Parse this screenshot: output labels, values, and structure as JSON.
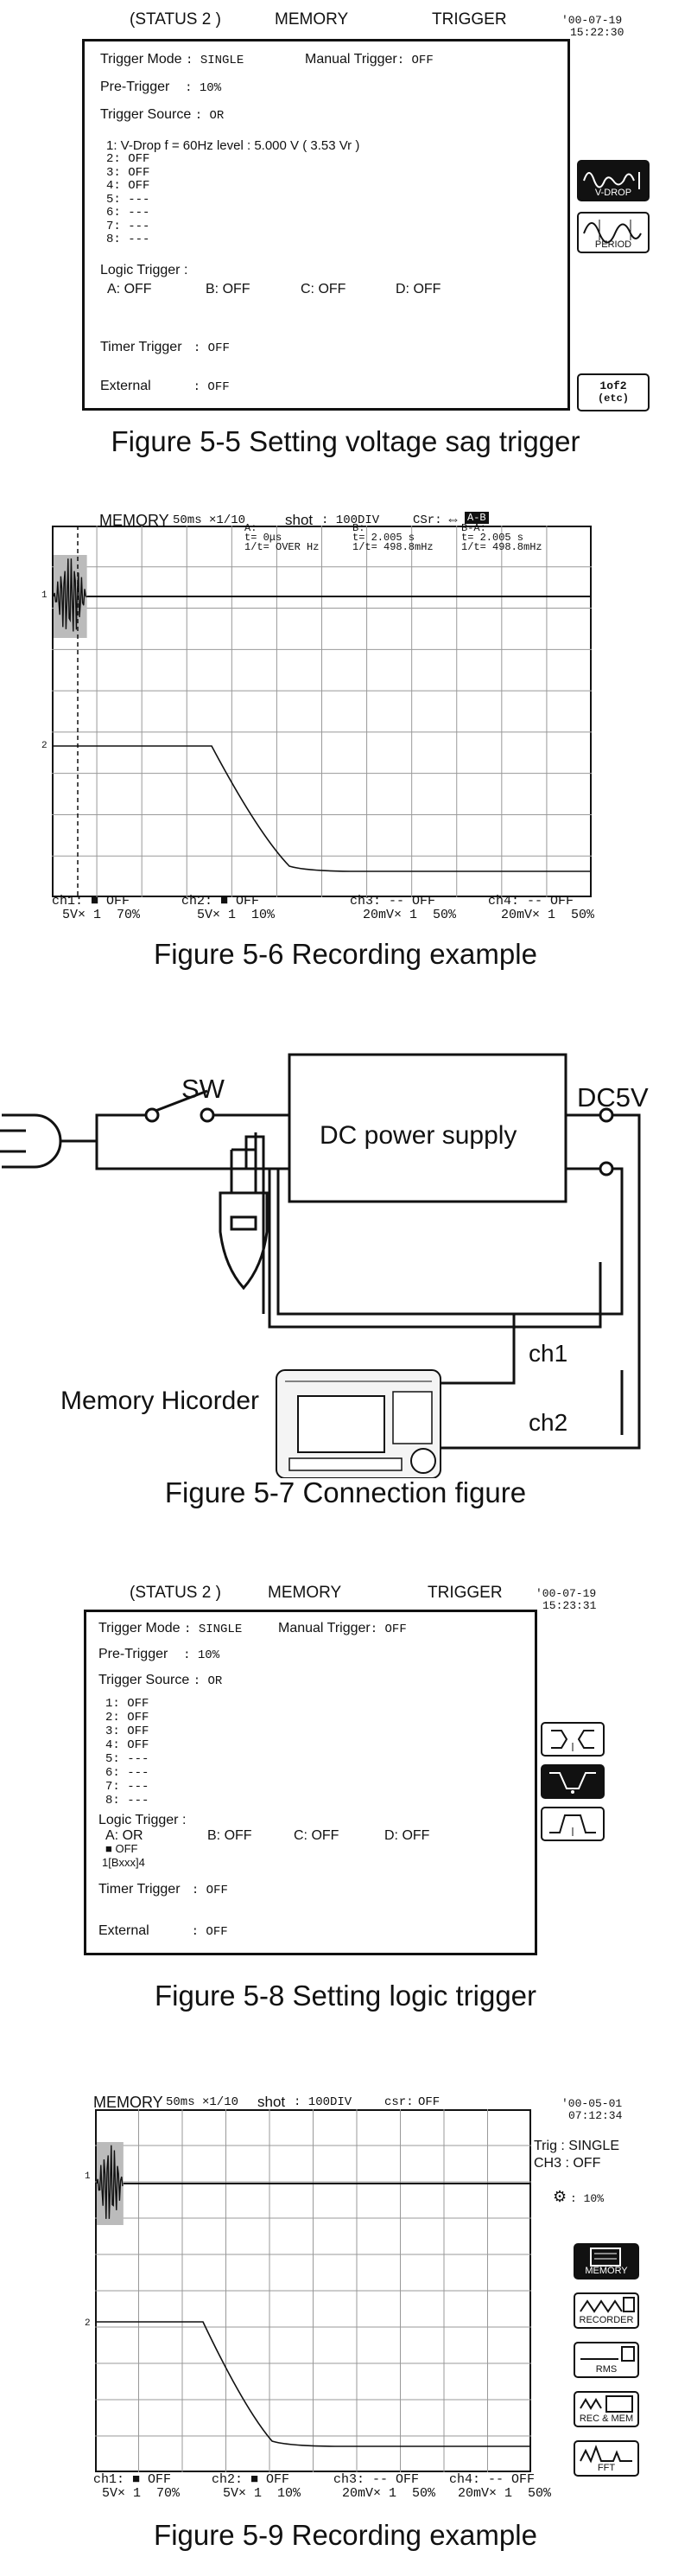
{
  "fig55": {
    "header": {
      "status": "(STATUS 2 )",
      "mode": "MEMORY",
      "page": "TRIGGER"
    },
    "stamp": {
      "date": "'00-07-19",
      "time": "15:22:30"
    },
    "rows": {
      "trigger_mode_label": "Trigger Mode",
      "trigger_mode_value": ":  SINGLE",
      "manual_label": "Manual Trigger",
      "manual_value": ": OFF",
      "pre_label": "Pre-Trigger",
      "pre_value": ":    10%",
      "source_label": "Trigger Source",
      "source_value": ":    OR",
      "ch1": "1: V-Drop   f = 60Hz    level : 5.000 V  ( 3.53 Vr )",
      "channels": [
        "2: OFF",
        "3: OFF",
        "4: OFF",
        "5: ---",
        "6: ---",
        "7: ---",
        "8: ---"
      ],
      "logic_label": "Logic Trigger   :",
      "logic_values": [
        "A: OFF",
        "B: OFF",
        "C: OFF",
        "D: OFF"
      ],
      "timer_label": "Timer Trigger",
      "timer_value": ":  OFF",
      "external_label": "External",
      "external_value": ":  OFF"
    },
    "buttons": {
      "vdrop": "V-DROP",
      "period": "PERIOD",
      "page1": "1of2",
      "page2": "(etc)"
    },
    "caption": "Figure 5-5 Setting voltage sag trigger"
  },
  "fig56": {
    "header": {
      "mode": "MEMORY",
      "timebase": "50ms ×1/10",
      "shot_label": "shot",
      "shot_value": ":   100DIV",
      "csr_label": "CSr:",
      "csr_value": "⇔",
      "csr_ab": "A-B"
    },
    "cursor": {
      "a1": "A:",
      "a2": "t=  0μs",
      "a3": "1/t= OVER Hz",
      "b1": "B:",
      "b2": "t=  2.005  s",
      "b3": "1/t= 498.8mHz",
      "ba1": "B-A:",
      "ba2": "t= 2.005  s",
      "ba3": "1/t= 498.8mHz"
    },
    "ch_markers": [
      "1",
      "2"
    ],
    "bottom": [
      "ch1: ■ OFF",
      "ch2: ■ OFF",
      "ch3: -- OFF",
      "ch4: -- OFF"
    ],
    "bottom2": [
      "5V× 1  70%",
      "5V× 1  10%",
      "20mV× 1  50%",
      "20mV× 1  50%"
    ],
    "caption": "Figure 5-6 Recording example"
  },
  "fig57": {
    "sw": "SW",
    "dc5v": "DC5V",
    "psu": "DC power supply",
    "hicorder": "Memory Hicorder",
    "ch1": "ch1",
    "ch2": "ch2",
    "caption": "Figure 5-7 Connection figure"
  },
  "fig58": {
    "header": {
      "status": "(STATUS 2 )",
      "mode": "MEMORY",
      "page": "TRIGGER"
    },
    "stamp": {
      "date": "'00-07-19",
      "time": "15:23:31"
    },
    "rows": {
      "trigger_mode_label": "Trigger Mode",
      "trigger_mode_value": ":  SINGLE",
      "manual_label": "Manual Trigger",
      "manual_value": ": OFF",
      "pre_label": "Pre-Trigger",
      "pre_value": ":    10%",
      "source_label": "Trigger Source",
      "source_value": ":    OR",
      "channels": [
        "1: OFF",
        "2: OFF",
        "3: OFF",
        "4: OFF",
        "5: ---",
        "6: ---",
        "7: ---",
        "8: ---"
      ],
      "logic_label": "Logic Trigger   :",
      "logic_values": [
        "A:  OR",
        "B: OFF",
        "C: OFF",
        "D: OFF"
      ],
      "logic_sub1": "■ OFF",
      "logic_sub2": "1[Bxxx]4",
      "timer_label": "Timer Trigger",
      "timer_value": ":  OFF",
      "external_label": "External",
      "external_value": ":  OFF"
    },
    "caption": "Figure 5-8 Setting logic trigger"
  },
  "fig59": {
    "header": {
      "mode": "MEMORY",
      "timebase": "50ms ×1/10",
      "shot_label": "shot",
      "shot_value": ":   100DIV",
      "csr_label": "csr:",
      "csr_value": "OFF"
    },
    "stamp": {
      "date": "'00-05-01",
      "time": "07:12:34"
    },
    "side": {
      "trig": "Trig : SINGLE",
      "ch3": "CH3 : OFF",
      "pre": ": 10%"
    },
    "buttons": {
      "memory": "MEMORY",
      "recorder": "RECORDER",
      "rms": "RMS",
      "recmem": "REC & MEM",
      "fft": "FFT"
    },
    "ch_markers": [
      "1",
      "2"
    ],
    "bottom": [
      "ch1: ■ OFF",
      "ch2: ■ OFF",
      "ch3: -- OFF",
      "ch4: -- OFF"
    ],
    "bottom2": [
      "5V× 1  70%",
      "5V× 1  10%",
      "20mV× 1  50%",
      "20mV× 1  50%"
    ],
    "caption": "Figure 5-9 Recording example"
  }
}
